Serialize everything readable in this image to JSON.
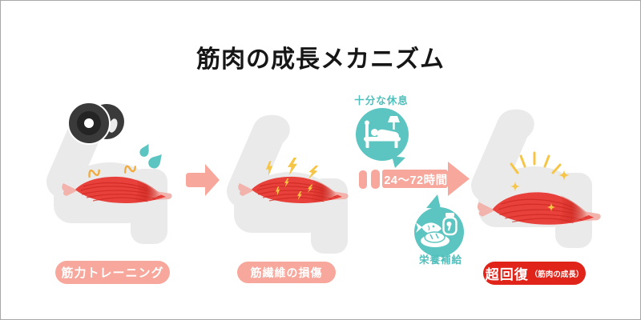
{
  "title": "筋肉の成長メカニズム",
  "steps": [
    {
      "id": "training",
      "label": "筋力トレーニング"
    },
    {
      "id": "damage",
      "label": "筋繊維の損傷"
    },
    {
      "id": "recovery",
      "label": "超回復",
      "sublabel": "（筋肉の成長）"
    }
  ],
  "middle": {
    "rest_label": "十分な休息",
    "duration_label": "24〜72時間",
    "nutrition_label": "栄養補給"
  },
  "icons": {
    "dumbbell": "dumbbell-icon",
    "sweat": "sweat-drops-icon",
    "tension": "tension-marks-icon",
    "lightning": "lightning-bolt-icon",
    "bed": "sleeping-bed-icon",
    "food": "nutrition-food-icon",
    "sparkle": "sparkle-rays-icon",
    "arrow": "right-arrow-icon"
  },
  "colors": {
    "salmon": "#F7A79B",
    "teal": "#5CC5C1",
    "teal-text": "#4FBFBB",
    "label-red": "#E0241A",
    "muscle-red": "#E8403A",
    "muscle-dark": "#C9261F",
    "tendon-pink": "#F2B3AC",
    "arm-gray": "#EAEAEA",
    "bolt-yellow": "#F6C545",
    "mark-orange": "#F0AC3F",
    "ink": "#161616",
    "dumbbell-gray": "#3A3A3A",
    "dumbbell-dark": "#242424"
  }
}
